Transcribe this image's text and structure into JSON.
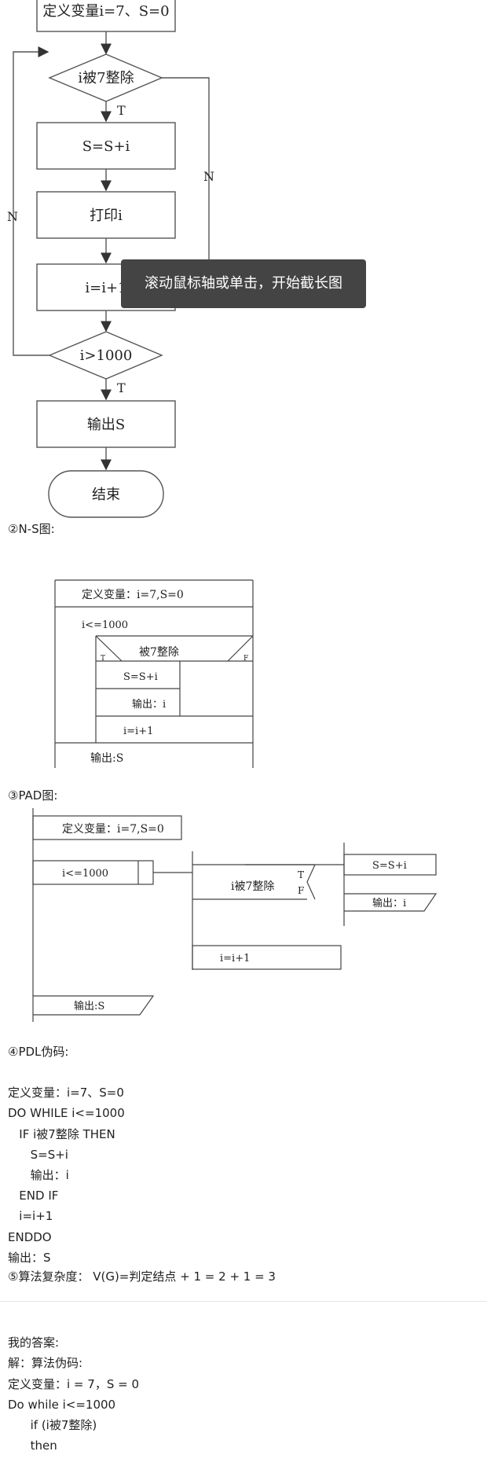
{
  "flowchart": {
    "define": "定义变量i=7、S=0",
    "cond1": "i被7整除",
    "t1": "T",
    "n_right": "N",
    "n_left": "N",
    "add": "S=S+i",
    "print": "打印i",
    "inc": "i=i+1",
    "cond2": "i>1000",
    "t2": "T",
    "output": "输出S",
    "end": "结束"
  },
  "toast": {
    "text": "滚动鼠标轴或单击，开始截长图"
  },
  "ns": {
    "heading": "②N-S图:",
    "define": "定义变量：i=7,S=0",
    "loop": "i<=1000",
    "cond": "被7整除",
    "t": "T",
    "f": "F",
    "add": "S=S+i",
    "print": "输出：i",
    "inc": "i=i+1",
    "output": "输出:S"
  },
  "pad": {
    "heading": "③PAD图:",
    "define": "定义变量：i=7,S=0",
    "loop": "i<=1000",
    "cond": "i被7整除",
    "t": "T",
    "f": "F",
    "add": "S=S+i",
    "print": "输出：i",
    "inc": "i=i+1",
    "output": "输出:S"
  },
  "pdl": {
    "heading": "④PDL伪码:",
    "lines": [
      "定义变量：i=7、S=0",
      "DO WHILE i<=1000",
      "   IF i被7整除 THEN",
      "      S=S+i",
      "      输出：i",
      "   END IF",
      "   i=i+1",
      "ENDDO",
      "输出：S"
    ]
  },
  "complexity": {
    "text": "⑤算法复杂度： V(G)=判定结点 + 1 = 2 + 1 = 3"
  },
  "answer": {
    "lines": [
      "我的答案:",
      "解：算法伪码:",
      "定义变量：i = 7，S = 0",
      "Do while i<=1000",
      "      if (i被7整除)",
      "      then"
    ]
  }
}
